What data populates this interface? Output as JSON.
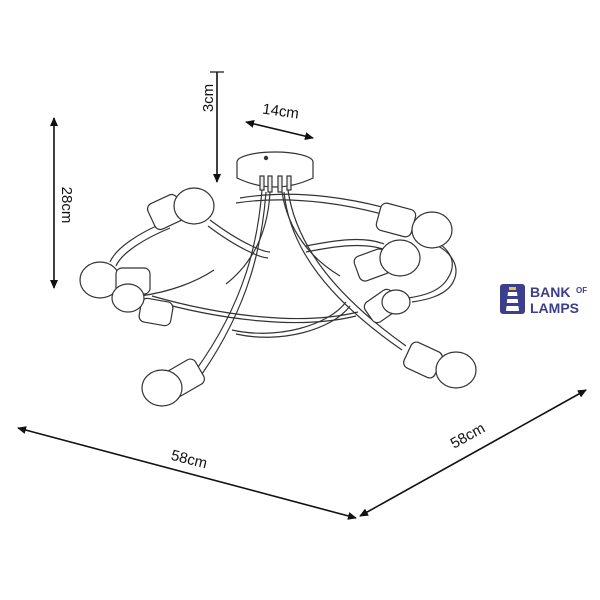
{
  "dimensions": {
    "height_total": "28cm",
    "canopy_height": "3cm",
    "canopy_diameter": "14cm",
    "width_front": "58cm",
    "width_side": "58cm"
  },
  "logo": {
    "word1": "BANK",
    "word2": "OF",
    "word3": "LAMPS",
    "color": "#3b3f8c",
    "accent": "#f2c230"
  }
}
